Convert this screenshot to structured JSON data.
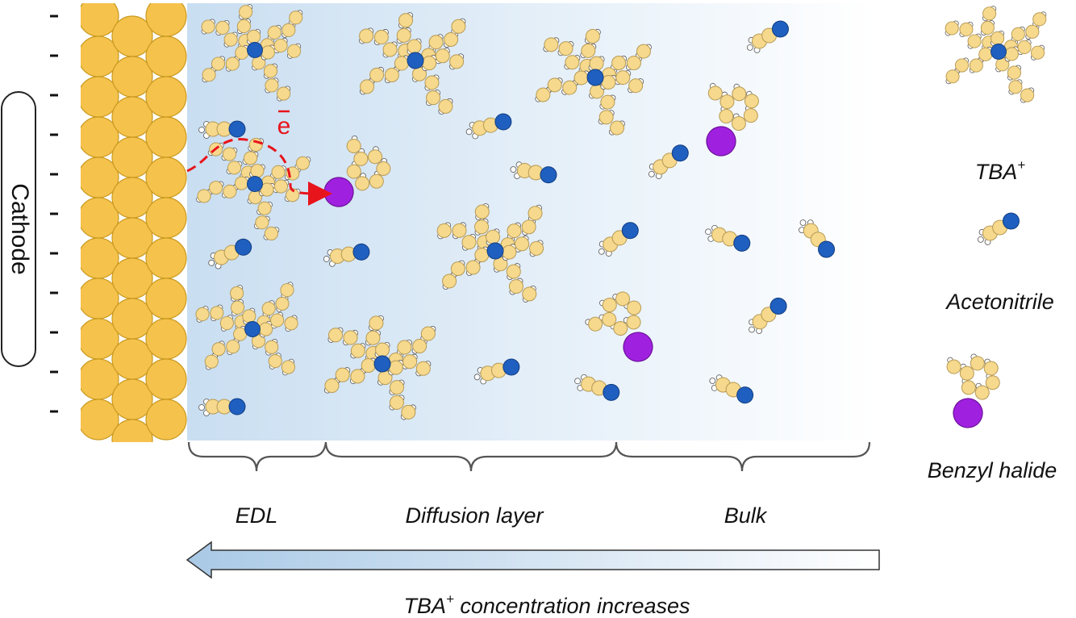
{
  "labels": {
    "cathode": "Cathode",
    "electron": "e",
    "edl": "EDL",
    "diffusion": "Diffusion layer",
    "bulk": "Bulk",
    "gradient_base": "TBA",
    "gradient_sup": "+",
    "gradient_rest": " concentration increases"
  },
  "legend": {
    "tba_base": "TBA",
    "tba_sup": "+",
    "acetonitrile": "Acetonitrile",
    "benzyl": "Benzyl halide"
  },
  "colors": {
    "electrode": "#f5c24c",
    "electrode_edge": "#c99a1f",
    "carbon": "#f6d98c",
    "carbon_edge": "#b79a55",
    "nitrogen": "#1f5fbf",
    "halide": "#a020e0",
    "electron": "#e8141c",
    "solution": "#cfe2f3",
    "arrow_fill": "#bcd6ec"
  }
}
